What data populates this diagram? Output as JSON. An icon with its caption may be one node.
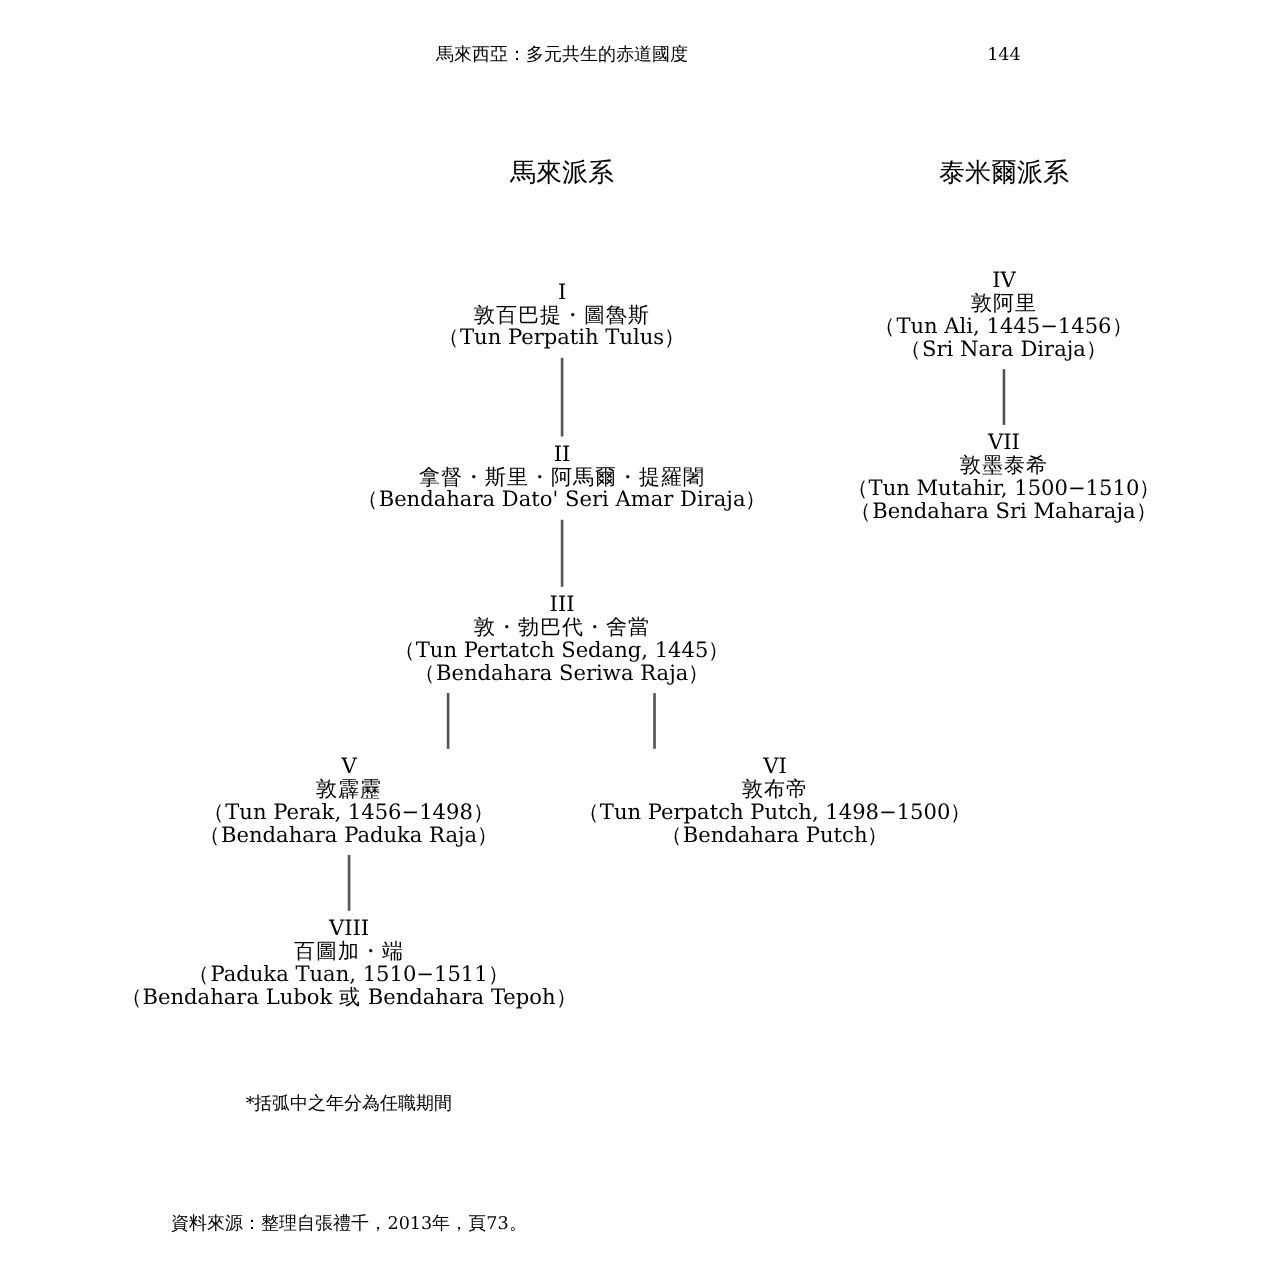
{
  "diagram": {
    "nodes": [
      {
        "text": [
          "I",
          "敦百巴提・圖魯斯",
          "（Tun Perpatih Tulus）"
        ]
      },
      {
        "text": [
          "II",
          "拿督・斯里・阿馬爾・提羅闍",
          "（Bendahara Dato' Seri Amar Diraja）"
        ]
      },
      {
        "text": [
          "III",
          "敦・勃巴代・舍當",
          "（Tun Pertatch Sedang, 1445）",
          "（Bendahara Seriwa Raja）"
        ]
      },
      {
        "text": [
          "IV",
          "敦阿里",
          "（Tun Ali, 1445−1456）",
          "（Sri Nara Diraja）"
        ]
      },
      {
        "text": [
          "V",
          "敦霹靂",
          "（Tun Perak, 1456−1498）",
          "（Bendahara Paduka Raja）"
        ]
      },
      {
        "text": [
          "VI",
          "敦布帝",
          "（Tun Perpatch Putch, 1498−1500）",
          "（Bendahara Putch）"
        ]
      },
      {
        "text": [
          "VII",
          "敦墨泰希",
          "（Tun Mutahir, 1500−1510）",
          "（Bendahara Sri Maharaja）"
        ]
      },
      {
        "text": [
          "VIII",
          "百圖加・端",
          "（Paduka Tuan, 1510−1511）",
          "（Bendahara Lubok 或 Bendahara Tepoh）"
        ]
      }
    ],
    "edges": [
      {
        "from": 0,
        "to": 1,
        "arrow": "none"
      },
      {
        "from": 1,
        "to": 2,
        "arrow": "none"
      },
      {
        "from": 2,
        "to": 4,
        "arrow": "none"
      },
      {
        "from": 2,
        "to": 5,
        "arrow": "none"
      },
      {
        "from": 4,
        "to": 7,
        "arrow": "none"
      },
      {
        "from": 3,
        "to": 6,
        "arrow": "none"
      }
    ],
    "labels": [
      "馬來西亞：多元共生的赤道國度",
      "144",
      "馬來派系",
      "泰米爾派系",
      "*括弧中之年分為任職期間",
      "資料來源：整理自張禮千，2013年，頁73。"
    ]
  }
}
